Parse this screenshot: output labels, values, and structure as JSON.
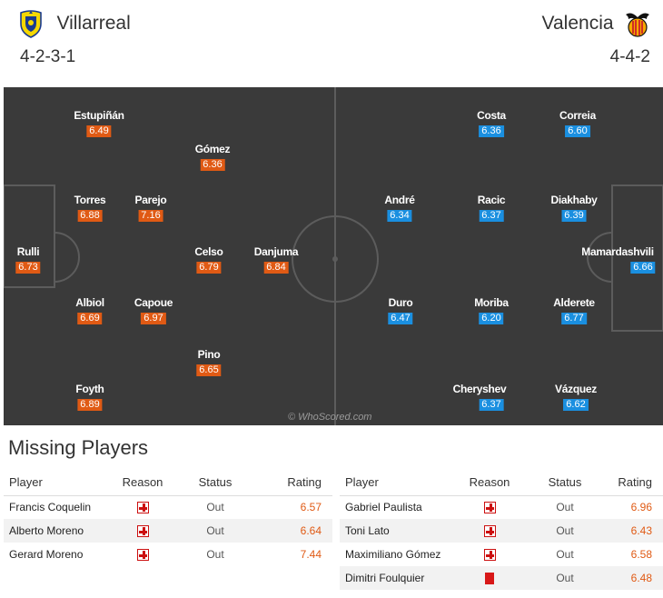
{
  "home": {
    "name": "Villarreal",
    "formation": "4-2-3-1",
    "crest_icon": "villarreal-crest-icon",
    "rating_color": "#e05a14",
    "players": [
      {
        "name": "Rulli",
        "rating": "6.73"
      },
      {
        "name": "Estupiñán",
        "rating": "6.49"
      },
      {
        "name": "Torres",
        "rating": "6.88"
      },
      {
        "name": "Albiol",
        "rating": "6.69"
      },
      {
        "name": "Foyth",
        "rating": "6.89"
      },
      {
        "name": "Parejo",
        "rating": "7.16"
      },
      {
        "name": "Capoue",
        "rating": "6.97"
      },
      {
        "name": "Gómez",
        "rating": "6.36"
      },
      {
        "name": "Celso",
        "rating": "6.79"
      },
      {
        "name": "Pino",
        "rating": "6.65"
      },
      {
        "name": "Danjuma",
        "rating": "6.84"
      }
    ]
  },
  "away": {
    "name": "Valencia",
    "formation": "4-4-2",
    "crest_icon": "valencia-bat-crest-icon",
    "rating_color": "#1a8fe0",
    "players": [
      {
        "name": "Mamardashvili",
        "rating": "6.66"
      },
      {
        "name": "Correia",
        "rating": "6.60"
      },
      {
        "name": "Diakhaby",
        "rating": "6.39"
      },
      {
        "name": "Alderete",
        "rating": "6.77"
      },
      {
        "name": "Vázquez",
        "rating": "6.62"
      },
      {
        "name": "Costa",
        "rating": "6.36"
      },
      {
        "name": "Racic",
        "rating": "6.37"
      },
      {
        "name": "Moriba",
        "rating": "6.20"
      },
      {
        "name": "Cheryshev",
        "rating": "6.37"
      },
      {
        "name": "André",
        "rating": "6.34"
      },
      {
        "name": "Duro",
        "rating": "6.47"
      }
    ]
  },
  "watermark": "© WhoScored.com",
  "missing": {
    "title": "Missing Players",
    "columns": [
      "Player",
      "Reason",
      "Status",
      "Rating"
    ],
    "home": [
      {
        "player": "Francis Coquelin",
        "reason_icon": "injury-cross-icon",
        "status": "Out",
        "rating": "6.57"
      },
      {
        "player": "Alberto Moreno",
        "reason_icon": "injury-cross-icon",
        "status": "Out",
        "rating": "6.64"
      },
      {
        "player": "Gerard Moreno",
        "reason_icon": "injury-cross-icon",
        "status": "Out",
        "rating": "7.44"
      }
    ],
    "away": [
      {
        "player": "Gabriel Paulista",
        "reason_icon": "injury-cross-icon",
        "status": "Out",
        "rating": "6.96"
      },
      {
        "player": "Toni Lato",
        "reason_icon": "injury-cross-icon",
        "status": "Out",
        "rating": "6.43"
      },
      {
        "player": "Maximiliano Gómez",
        "reason_icon": "injury-cross-icon",
        "status": "Out",
        "rating": "6.58"
      },
      {
        "player": "Dimitri Foulquier",
        "reason_icon": "red-card-icon",
        "status": "Out",
        "rating": "6.48"
      }
    ]
  }
}
